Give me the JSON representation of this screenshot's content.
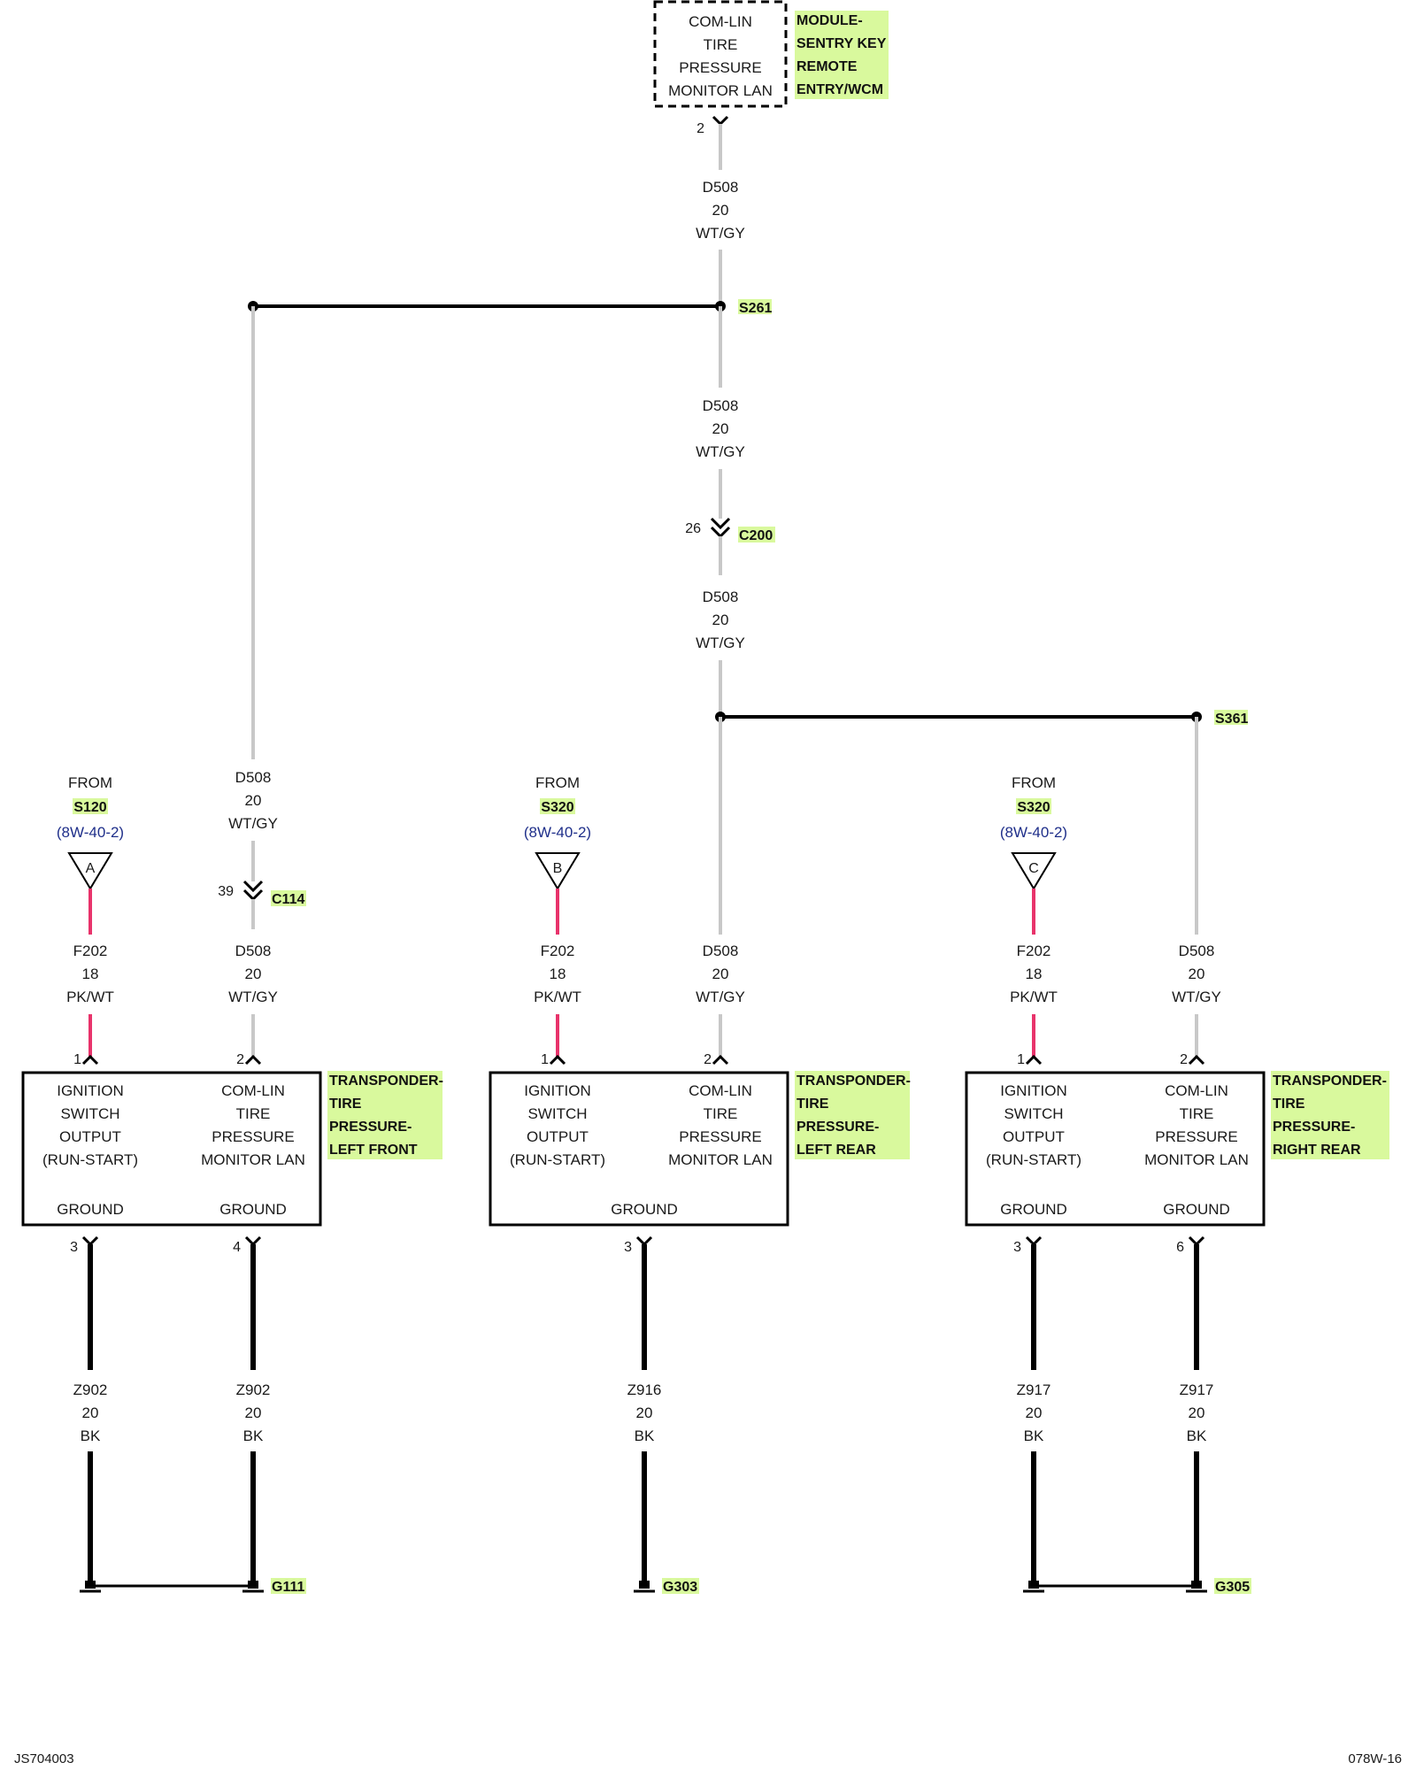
{
  "colors": {
    "highlight": "#d9f99d",
    "wire_white_gray": "#c8c8c8",
    "wire_pink_white": "#e8336b",
    "wire_black": "#000000",
    "ref_text": "#1f2f8a"
  },
  "module": {
    "lines": [
      "COM-LIN",
      "TIRE",
      "PRESSURE",
      "MONITOR LAN"
    ],
    "name": [
      "MODULE-",
      "SENTRY KEY",
      "REMOTE",
      "ENTRY/WCM"
    ],
    "pin": "2"
  },
  "splices": {
    "top": "S261",
    "mid": "S361"
  },
  "connectors": {
    "c200": {
      "name": "C200",
      "pin": "26"
    },
    "c114": {
      "name": "C114",
      "pin": "39"
    }
  },
  "wire_d508": {
    "circuit": "D508",
    "gauge": "20",
    "color": "WT/GY"
  },
  "wire_f202": {
    "circuit": "F202",
    "gauge": "18",
    "color": "PK/WT"
  },
  "sources": [
    {
      "from": "FROM",
      "splice": "S120",
      "ref": "(8W-40-2)",
      "letter": "A"
    },
    {
      "from": "FROM",
      "splice": "S320",
      "ref": "(8W-40-2)",
      "letter": "B"
    },
    {
      "from": "FROM",
      "splice": "S320",
      "ref": "(8W-40-2)",
      "letter": "C"
    }
  ],
  "sensor_labels": {
    "left": [
      "IGNITION",
      "SWITCH",
      "OUTPUT",
      "(RUN-START)"
    ],
    "right": [
      "COM-LIN",
      "TIRE",
      "PRESSURE",
      "MONITOR LAN"
    ],
    "ground": "GROUND",
    "pin1": "1",
    "pin2": "2"
  },
  "sensors": [
    {
      "name": [
        "TRANSPONDER-",
        "TIRE",
        "PRESSURE-",
        "LEFT FRONT"
      ],
      "ground_pins": [
        "3",
        "4"
      ]
    },
    {
      "name": [
        "TRANSPONDER-",
        "TIRE",
        "PRESSURE-",
        "LEFT REAR"
      ],
      "ground_pins": [
        "3"
      ]
    },
    {
      "name": [
        "TRANSPONDER-",
        "TIRE",
        "PRESSURE-",
        "RIGHT REAR"
      ],
      "ground_pins": [
        "3",
        "6"
      ]
    }
  ],
  "ground_wires": [
    {
      "circuit": "Z902",
      "gauge": "20",
      "color": "BK"
    },
    {
      "circuit": "Z916",
      "gauge": "20",
      "color": "BK"
    },
    {
      "circuit": "Z917",
      "gauge": "20",
      "color": "BK"
    }
  ],
  "grounds": [
    "G111",
    "G303",
    "G305"
  ],
  "footer": {
    "left": "JS704003",
    "right": "078W-16"
  }
}
